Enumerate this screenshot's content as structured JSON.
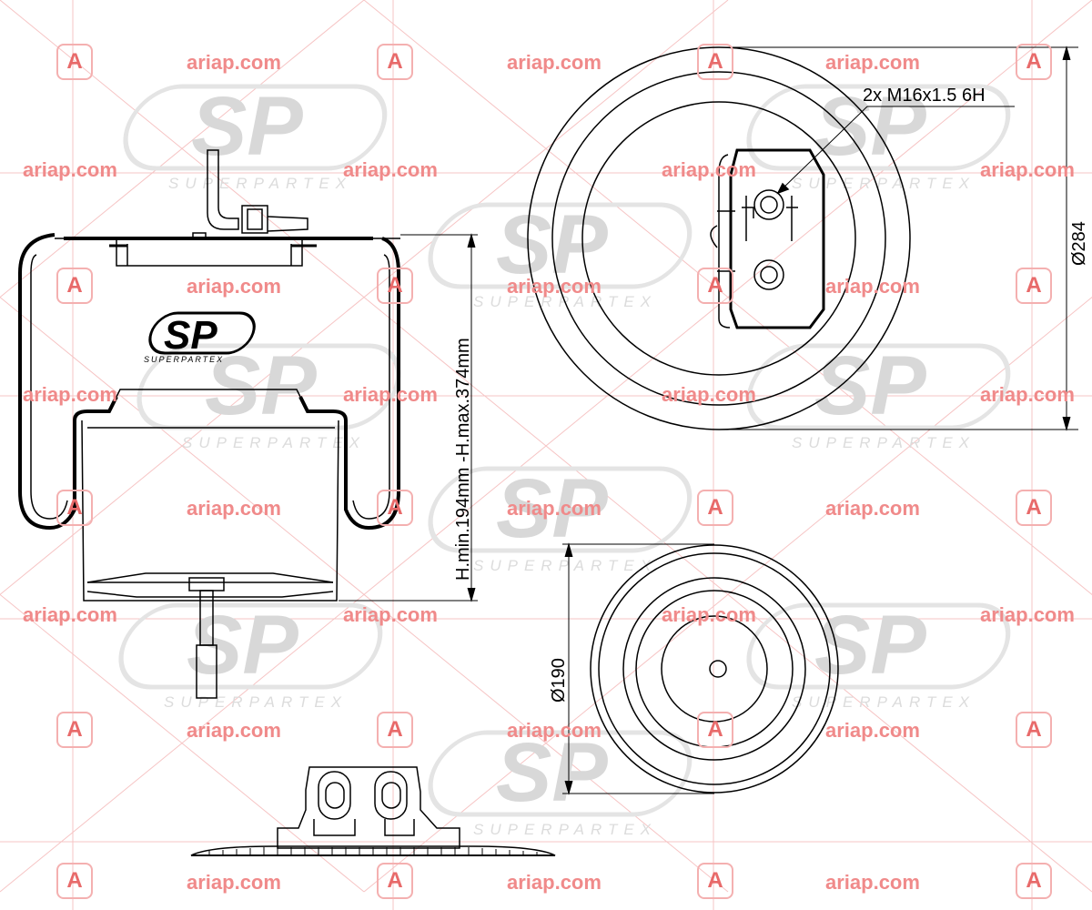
{
  "drawing": {
    "thread_callout": "2x M16x1.5 6H",
    "height_dimension": "H.min.194mm -H.max.374mm",
    "outer_diameter": "Ø284",
    "base_diameter": "Ø190"
  },
  "logo": {
    "mark": "SP",
    "tagline": "SUPERPARTEX"
  },
  "watermark": {
    "site": "ariap.com",
    "badge_letter": "A"
  },
  "colors": {
    "watermark_red": "#f08a8a",
    "logo_gray": "#d8d8d8",
    "line": "#000000"
  }
}
